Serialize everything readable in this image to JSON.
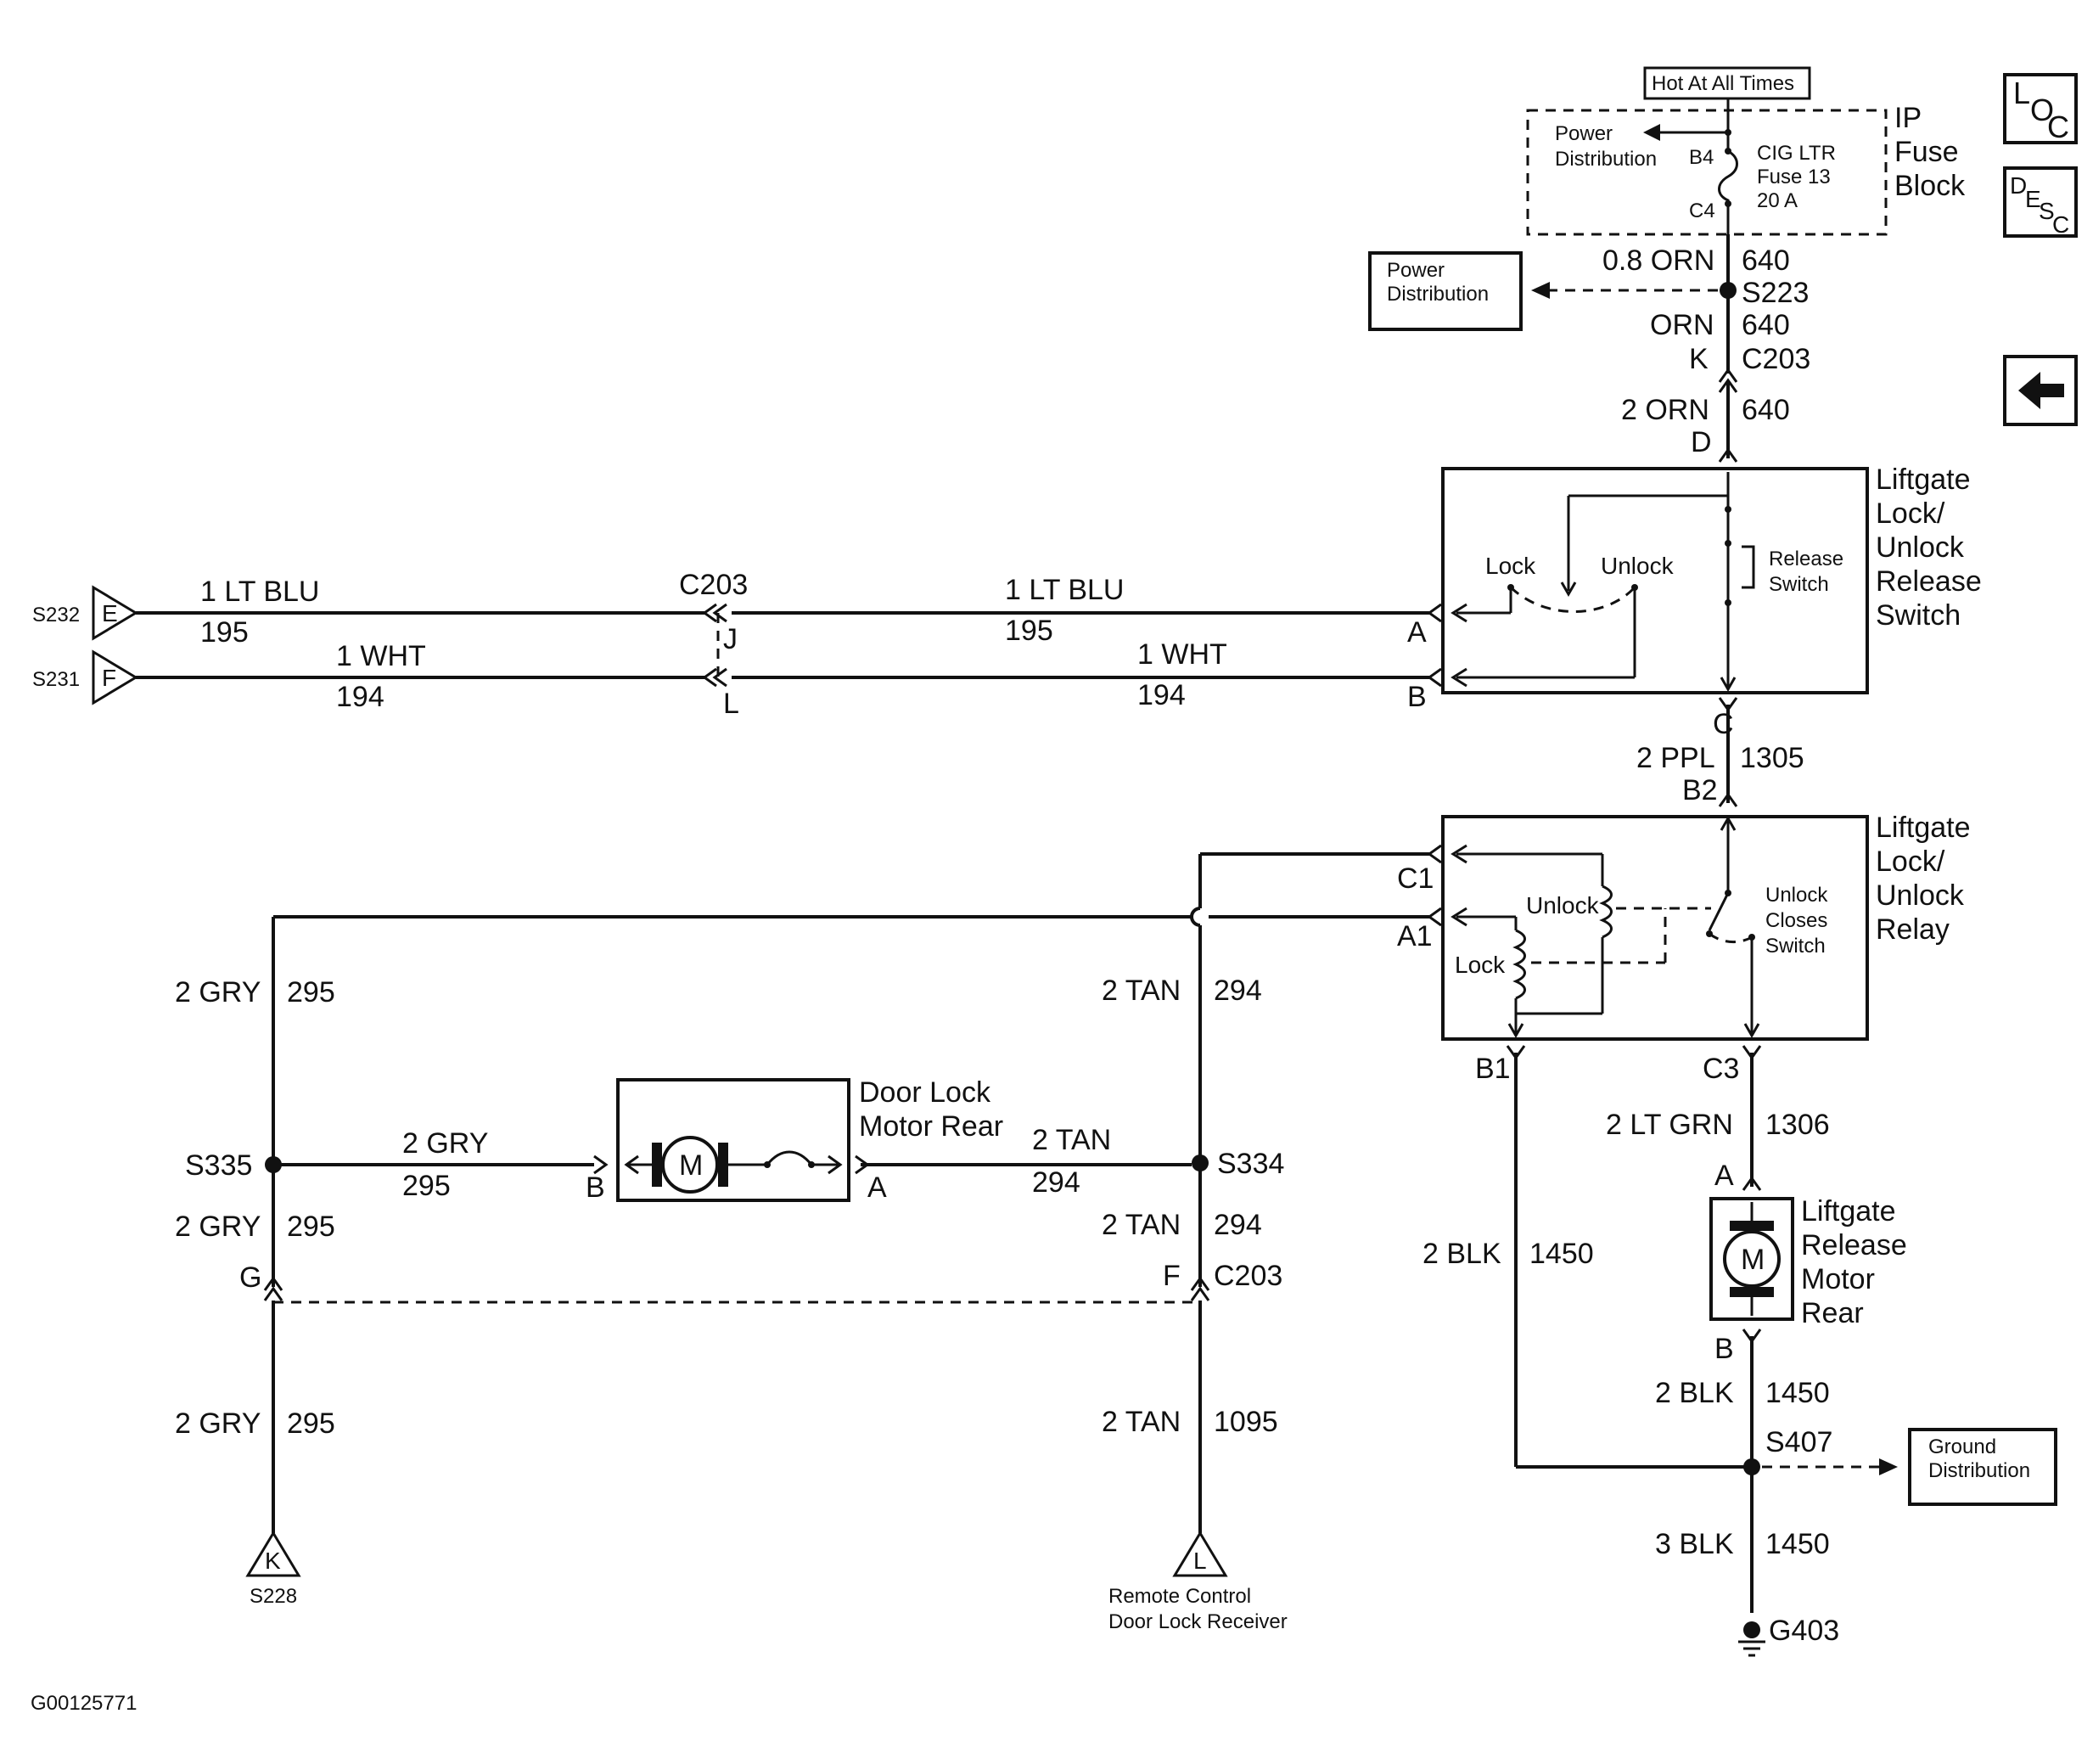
{
  "title_box": "Hot At All Times",
  "side_buttons": {
    "loc": "LOC",
    "desc": "DESC",
    "back_icon": "left-arrow-icon"
  },
  "fuse_block": {
    "name_lines": [
      "IP",
      "Fuse",
      "Block"
    ],
    "power_dist_lines": [
      "Power",
      "Distribution"
    ],
    "b4": "B4",
    "c4": "C4",
    "fuse_lines": [
      "CIG LTR",
      "Fuse 13",
      "20 A"
    ]
  },
  "power_dist_box": [
    "Power",
    "Distribution"
  ],
  "wires_top": {
    "w1_gauge": "0.8 ORN",
    "w1_circuit": "640",
    "splice": "S223",
    "w2_gauge": "ORN",
    "w2_circuit": "640",
    "k_pin": "K",
    "c203": "C203",
    "w3_gauge": "2 ORN",
    "w3_circuit": "640",
    "d_pin": "D"
  },
  "release_switch": {
    "name_lines": [
      "Liftgate",
      "Lock/",
      "Unlock",
      "Release",
      "Switch"
    ],
    "lock": "Lock",
    "unlock": "Unlock",
    "release_lines": [
      "Release",
      "Switch"
    ],
    "pin_a": "A",
    "pin_b": "B",
    "pin_c": "C"
  },
  "left_wires": {
    "s232": "S232",
    "e": "E",
    "s231": "S231",
    "f": "F",
    "blu_gauge": "1 LT BLU",
    "blu_circuit": "195",
    "wht_gauge": "1 WHT",
    "wht_circuit": "194",
    "c203": "C203",
    "j": "J",
    "l": "L"
  },
  "ppl_wire": {
    "gauge": "2 PPL",
    "circuit": "1305",
    "b2": "B2"
  },
  "relay": {
    "name_lines": [
      "Liftgate",
      "Lock/",
      "Unlock",
      "Relay"
    ],
    "c1": "C1",
    "a1": "A1",
    "b1": "B1",
    "c3": "C3",
    "unlock": "Unlock",
    "lock": "Lock",
    "switch_lines": [
      "Unlock",
      "Closes",
      "Switch"
    ]
  },
  "door_lock": {
    "name_lines": [
      "Door Lock",
      "Motor Rear"
    ],
    "m": "M",
    "pin_b": "B",
    "pin_a": "A"
  },
  "gry": {
    "gauge": "2 GRY",
    "circuit": "295",
    "s335": "S335",
    "g": "G",
    "s228": "S228",
    "k": "K"
  },
  "tan": {
    "gauge": "2 TAN",
    "circuit": "294",
    "circuit2": "1095",
    "s334": "S334",
    "f": "F",
    "c203": "C203",
    "l": "L",
    "receiver_lines": [
      "Remote Control",
      "Door Lock Receiver"
    ]
  },
  "release_motor": {
    "name_lines": [
      "Liftgate",
      "Release",
      "Motor",
      "Rear"
    ],
    "m": "M",
    "pin_a": "A",
    "pin_b": "B",
    "grn_gauge": "2 LT GRN",
    "grn_circuit": "1306"
  },
  "ground": {
    "blk_gauge": "2 BLK",
    "blk3_gauge": "3 BLK",
    "circuit": "1450",
    "s407": "S407",
    "g403": "G403",
    "dist_lines": [
      "Ground",
      "Distribution"
    ]
  },
  "figure_id": "G00125771"
}
